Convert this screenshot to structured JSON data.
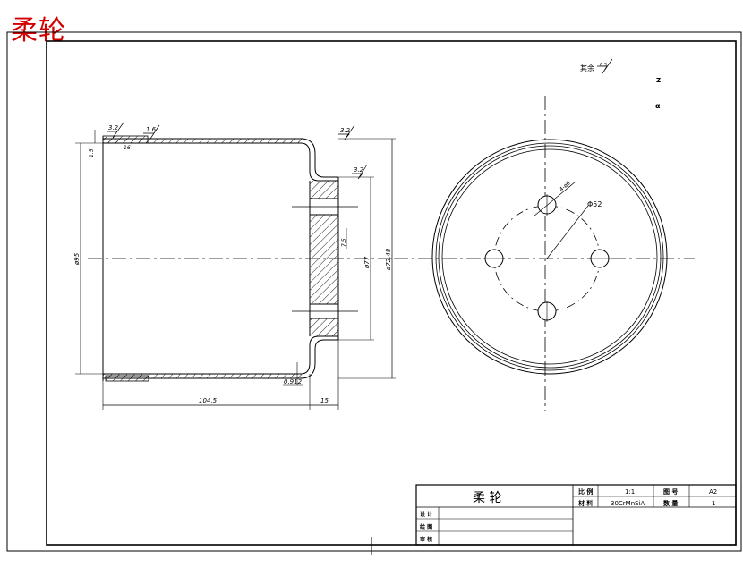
{
  "corner_title": "柔轮",
  "colors": {
    "red": "#d40000",
    "ink": "#000000",
    "center_line": "#000000"
  },
  "surface_finish": {
    "other_label": "其余",
    "other_value": "6.3",
    "roughness_values": [
      "3.2",
      "1.6",
      "3.2",
      "3.2"
    ]
  },
  "side_marks": {
    "m1": "Z",
    "m2": "α"
  },
  "dimensions": {
    "length_main": "104.5",
    "flange_width": "15",
    "thickness": "0.912",
    "diameter_inner": "ø95",
    "diameter_hub": "ø77",
    "diameter_outer": "ø72.48",
    "tooth_width": "16",
    "tooth_height": "1.5",
    "hole_dim": "7.5",
    "hole_pcd": "Φ52",
    "hole_size": "4-ø6"
  },
  "title_block": {
    "part_name": "柔 轮",
    "scale_label": "比 例",
    "scale_value": "1:1",
    "drawing_no_label": "图 号",
    "drawing_no_value": "A2",
    "material_label": "材 料",
    "material_value": "30CrMnSiA",
    "quantity_label": "数 量",
    "quantity_value": "1",
    "row_design": "设 计",
    "row_drawing": "绘 图",
    "row_review": "审 核"
  }
}
